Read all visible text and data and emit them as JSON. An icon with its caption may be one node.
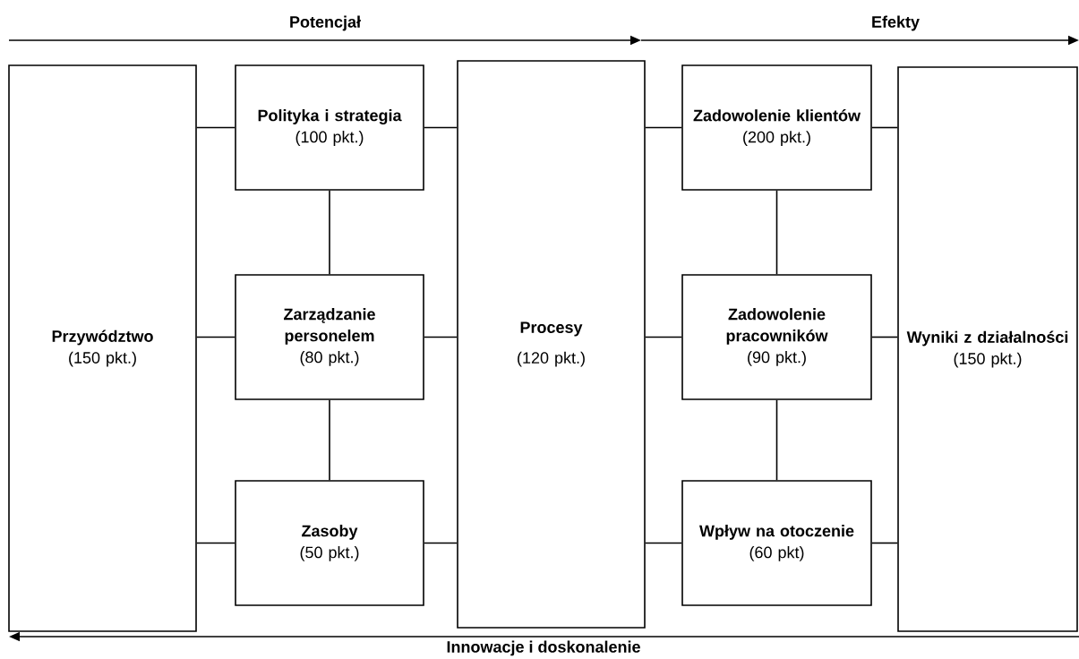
{
  "diagram": {
    "nodes": [
      {
        "text": [
          "Przywództwo",
          "(150 pkt.)"
        ]
      },
      {
        "text": [
          "Polityka i strategia",
          "(100 pkt.)"
        ]
      },
      {
        "text": [
          "Zarządzanie personelem",
          "(80 pkt.)"
        ]
      },
      {
        "text": [
          "Zasoby",
          "(50 pkt.)"
        ]
      },
      {
        "text": [
          "Procesy",
          "(120 pkt.)"
        ]
      },
      {
        "text": [
          "Zadowolenie klientów",
          "(200 pkt.)"
        ]
      },
      {
        "text": [
          "Zadowolenie pracowników",
          "(90 pkt.)"
        ]
      },
      {
        "text": [
          "Wpływ na otoczenie",
          "(60 pkt)"
        ]
      },
      {
        "text": [
          "Wyniki z działalności",
          "(150 pkt.)"
        ]
      }
    ],
    "edges": [
      {
        "from": 0,
        "to": 1,
        "arrow": "none"
      },
      {
        "from": 0,
        "to": 2,
        "arrow": "none"
      },
      {
        "from": 0,
        "to": 3,
        "arrow": "none"
      },
      {
        "from": 1,
        "to": 2,
        "arrow": "none"
      },
      {
        "from": 2,
        "to": 3,
        "arrow": "none"
      },
      {
        "from": 1,
        "to": 4,
        "arrow": "none"
      },
      {
        "from": 2,
        "to": 4,
        "arrow": "none"
      },
      {
        "from": 3,
        "to": 4,
        "arrow": "none"
      },
      {
        "from": 4,
        "to": 5,
        "arrow": "none"
      },
      {
        "from": 4,
        "to": 6,
        "arrow": "none"
      },
      {
        "from": 4,
        "to": 7,
        "arrow": "none"
      },
      {
        "from": 5,
        "to": 6,
        "arrow": "none"
      },
      {
        "from": 6,
        "to": 7,
        "arrow": "none"
      },
      {
        "from": 5,
        "to": 8,
        "arrow": "none"
      },
      {
        "from": 6,
        "to": 8,
        "arrow": "none"
      },
      {
        "from": 7,
        "to": 8,
        "arrow": "none"
      }
    ],
    "labels": [
      "Potencjał",
      "Efekty",
      "Innowacje i doskonalenie"
    ]
  }
}
